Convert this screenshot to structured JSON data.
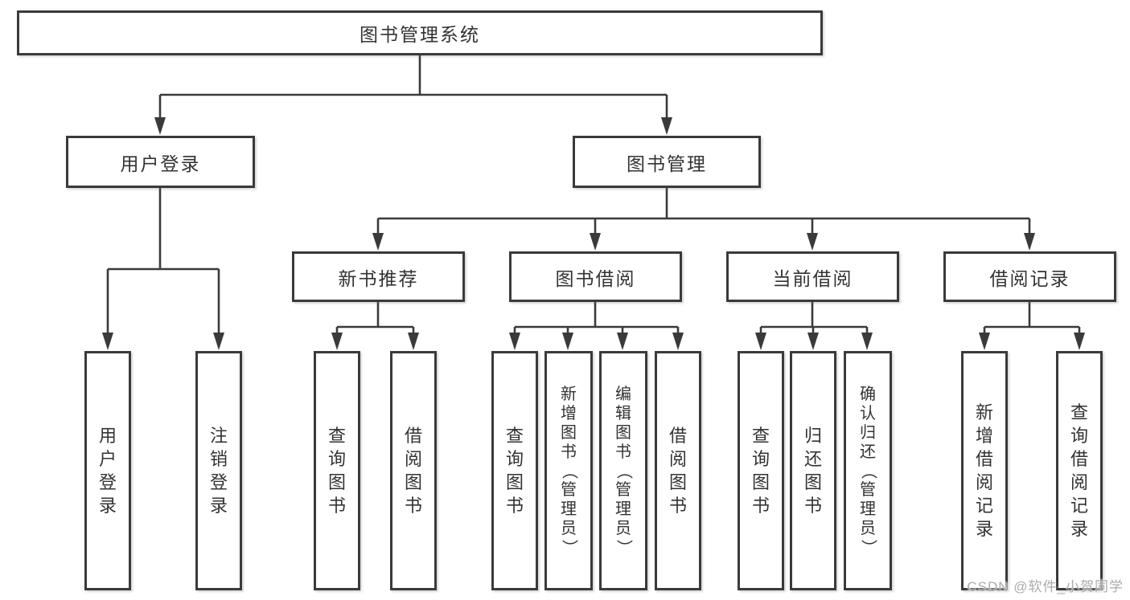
{
  "colors": {
    "line": "#3a3a3a",
    "text": "#333333",
    "watermark": "#ababab",
    "background": "#ffffff"
  },
  "watermark": {
    "text": "CSDN @软件_小贺同学"
  },
  "tree": {
    "root": {
      "label": "图书管理系统",
      "children": [
        {
          "label": "用户登录",
          "children": [
            {
              "label": "用户登录"
            },
            {
              "label": "注销登录"
            }
          ]
        },
        {
          "label": "图书管理",
          "children": [
            {
              "label": "新书推荐",
              "children": [
                {
                  "label": "查询图书"
                },
                {
                  "label": "借阅图书"
                }
              ]
            },
            {
              "label": "图书借阅",
              "children": [
                {
                  "label": "查询图书"
                },
                {
                  "label": "新增图书（管理员）"
                },
                {
                  "label": "编辑图书（管理员）"
                },
                {
                  "label": "借阅图书"
                }
              ]
            },
            {
              "label": "当前借阅",
              "children": [
                {
                  "label": "查询图书"
                },
                {
                  "label": "归还图书"
                },
                {
                  "label": "确认归还（管理员）"
                }
              ]
            },
            {
              "label": "借阅记录",
              "children": [
                {
                  "label": "新增借阅记录"
                },
                {
                  "label": "查询借阅记录"
                }
              ]
            }
          ]
        }
      ]
    }
  }
}
